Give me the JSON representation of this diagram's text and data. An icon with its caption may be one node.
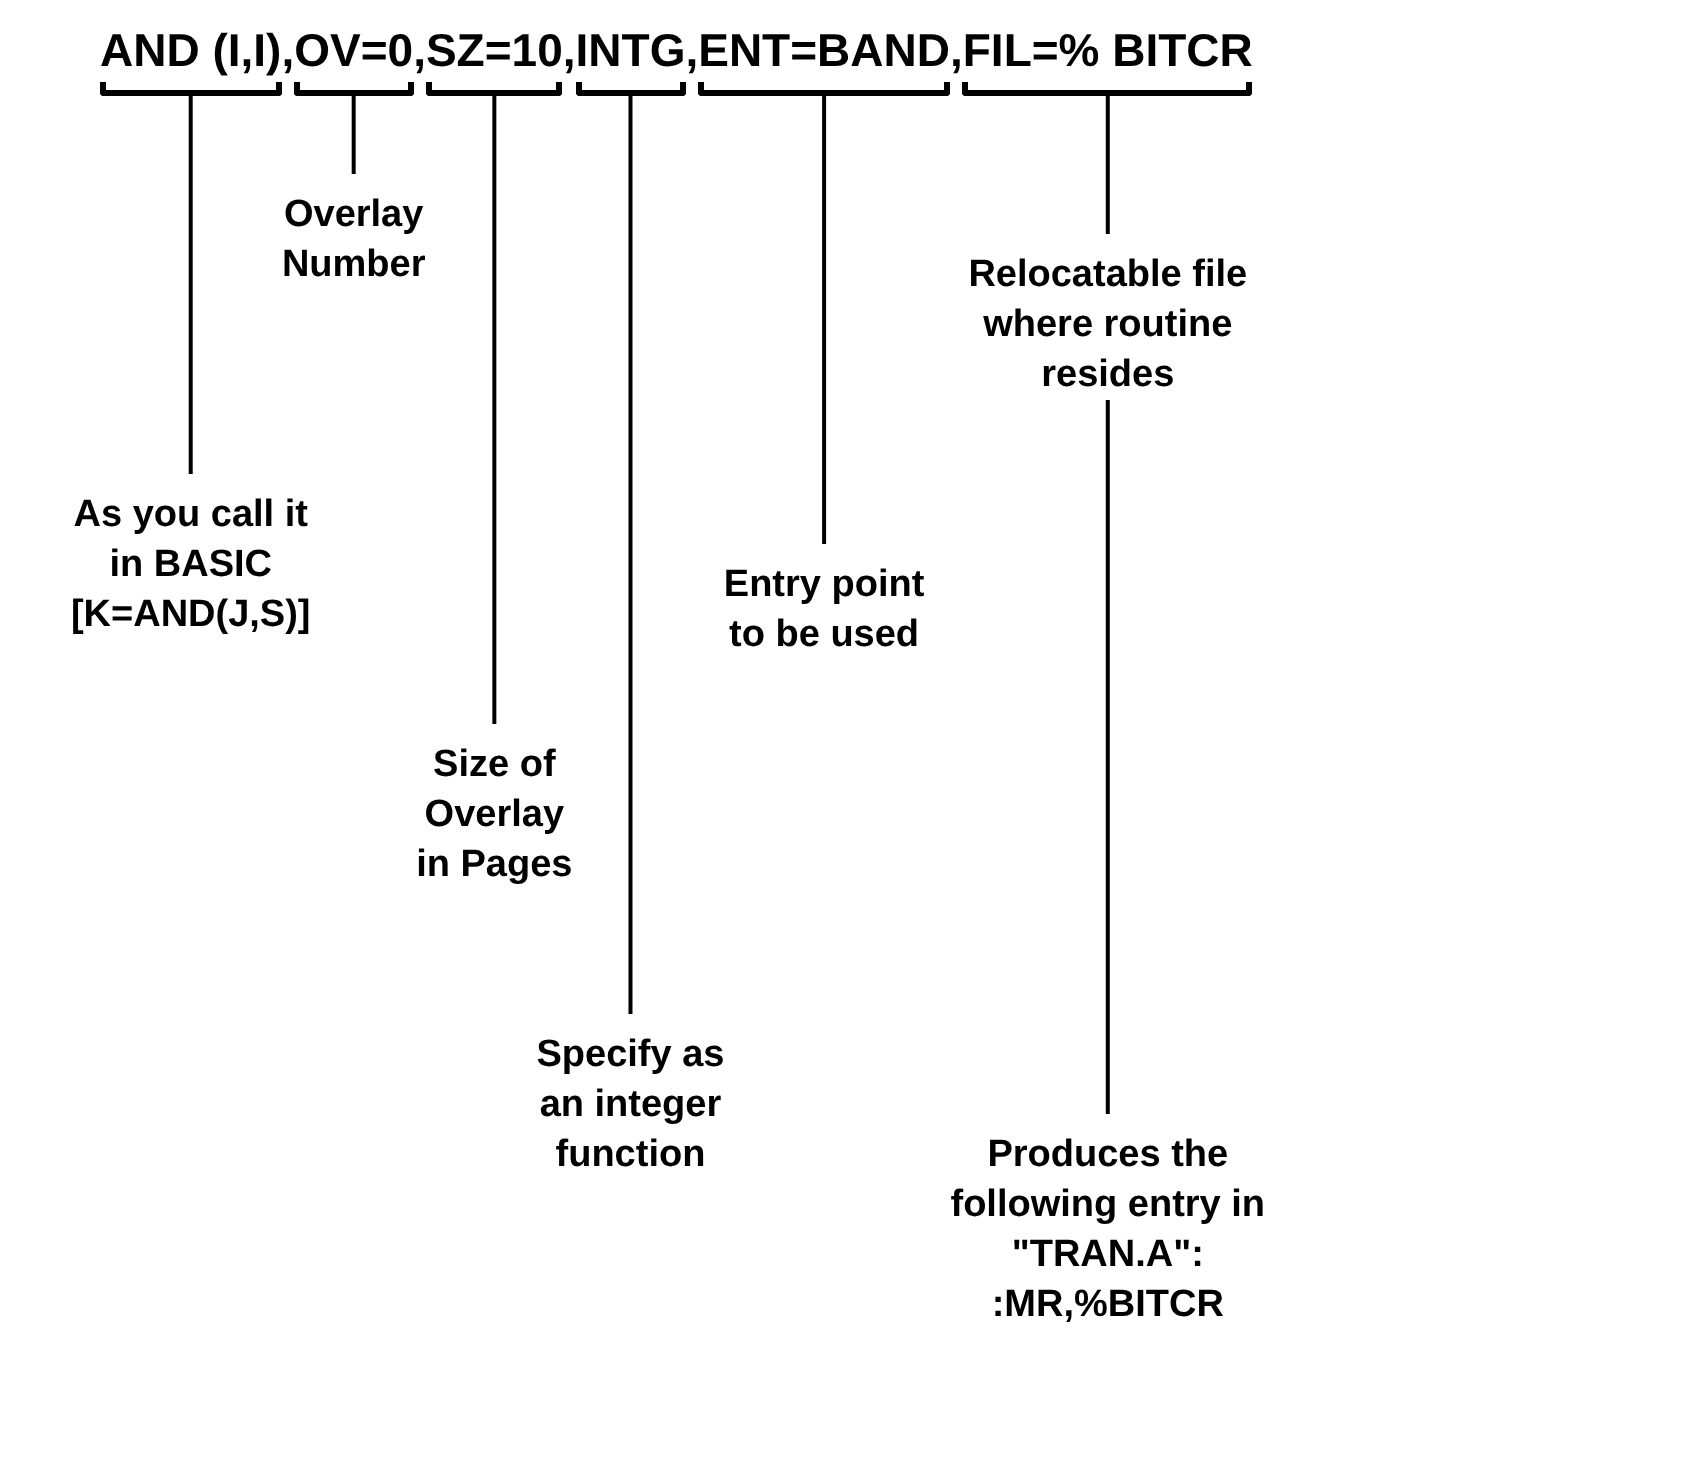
{
  "diagram": {
    "nodes": [
      {
        "text": [
          "AND (I,I)"
        ]
      },
      {
        "text": [
          "OV=0"
        ]
      },
      {
        "text": [
          "SZ=10"
        ]
      },
      {
        "text": [
          "INTG"
        ]
      },
      {
        "text": [
          "ENT=BAND"
        ]
      },
      {
        "text": [
          "FIL=% BITCR"
        ]
      },
      {
        "text": [
          "As you call it in BASIC [K=AND(J,S)]"
        ]
      },
      {
        "text": [
          "Overlay Number"
        ]
      },
      {
        "text": [
          "Size of Overlay in Pages"
        ]
      },
      {
        "text": [
          "Specify as an integer function"
        ]
      },
      {
        "text": [
          "Entry point to be used"
        ]
      },
      {
        "text": [
          "Relocatable file where routine resides"
        ]
      },
      {
        "text": [
          "Produces the following entry in \"TRAN.A\": :MR,%BITCR"
        ]
      }
    ],
    "edges": [
      {
        "from": 0,
        "to": 6,
        "arrow": "none"
      },
      {
        "from": 1,
        "to": 7,
        "arrow": "none"
      },
      {
        "from": 2,
        "to": 8,
        "arrow": "none"
      },
      {
        "from": 3,
        "to": 9,
        "arrow": "none"
      },
      {
        "from": 4,
        "to": 10,
        "arrow": "none"
      },
      {
        "from": 5,
        "to": 11,
        "arrow": "none"
      },
      {
        "from": 11,
        "to": 12,
        "arrow": "none"
      }
    ],
    "labels": [
      ",",
      ",",
      ",",
      ",",
      ","
    ]
  }
}
